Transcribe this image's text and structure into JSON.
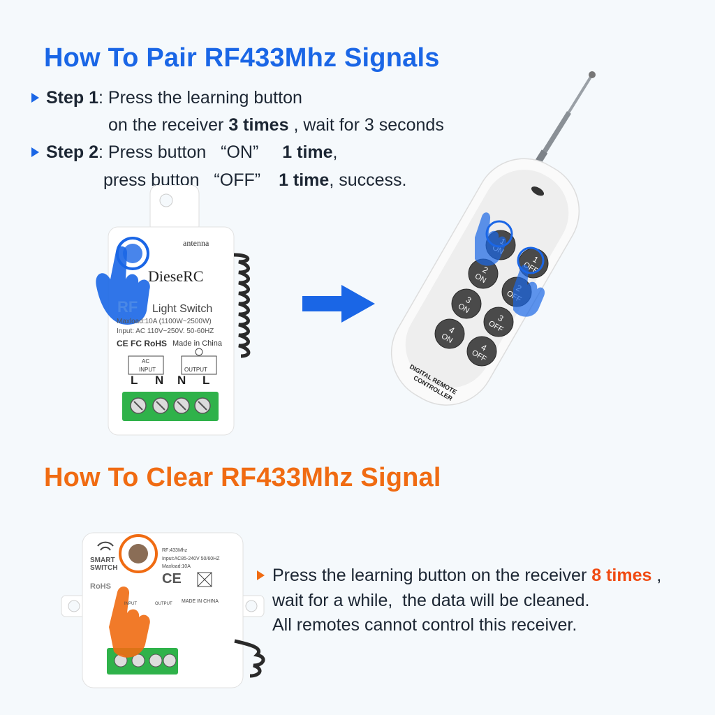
{
  "pair": {
    "title": "How To Pair RF433Mhz Signals",
    "step1_label": "Step 1",
    "step1_text_a": ": Press the learning button",
    "step1_text_b": "on the receiver ",
    "step1_bold": "3 times",
    "step1_text_c": " , wait for 3 seconds",
    "step2_label": "Step 2",
    "step2_text_a": ": Press button   “ON”",
    "step2_bold_a": "1 time",
    "step2_text_b": ",",
    "step2_text_c": "press button   “OFF”",
    "step2_bold_b": "1 time",
    "step2_text_d": ", success."
  },
  "receiver1": {
    "antenna": "antenna",
    "brand": "DieseRC",
    "rf": "RF",
    "product": "Light Switch",
    "maxload": "Maxload:10A (1100W~2500W)",
    "input": "Input: AC 110V~250V. 50-60HZ",
    "certs": "CE FC RoHS",
    "made_in": "Made in China",
    "ac": "AC",
    "input_label": "INPUT",
    "output_label": "OUTPUT",
    "terminals": [
      "L",
      "N",
      "N",
      "L"
    ]
  },
  "remote": {
    "buttons": [
      {
        "num": "1",
        "state": "ON"
      },
      {
        "num": "1",
        "state": "OFF"
      },
      {
        "num": "2",
        "state": "ON"
      },
      {
        "num": "2",
        "state": "OFF"
      },
      {
        "num": "3",
        "state": "ON"
      },
      {
        "num": "3",
        "state": "OFF"
      },
      {
        "num": "4",
        "state": "ON"
      },
      {
        "num": "4",
        "state": "OFF"
      }
    ],
    "label_line1": "DIGITAL REMOTE",
    "label_line2": "CONTROLLER"
  },
  "clear": {
    "title": "How To Clear RF433Mhz Signal",
    "text_a": "Press the learning button on the receiver ",
    "highlight": "8 times",
    "text_b": " ,",
    "line2": "wait for a while,  the data will be cleaned.",
    "line3": "All remotes cannot control this receiver."
  },
  "receiver2": {
    "smart": "SMART",
    "switch": "SWITCH",
    "rf": "RF:433Mhz",
    "input": "Input:AC85-240V 50/60HZ",
    "maxload": "Maxload:10A",
    "certs": "CE",
    "rohs": "RoHS",
    "input_label": "INPUT",
    "output_label": "OUTPUT",
    "made_in": "MADE IN CHINA"
  },
  "colors": {
    "blue": "#1a66e6",
    "orange": "#f06b12",
    "highlight": "#f04a12",
    "terminal_green": "#2fb24a"
  }
}
